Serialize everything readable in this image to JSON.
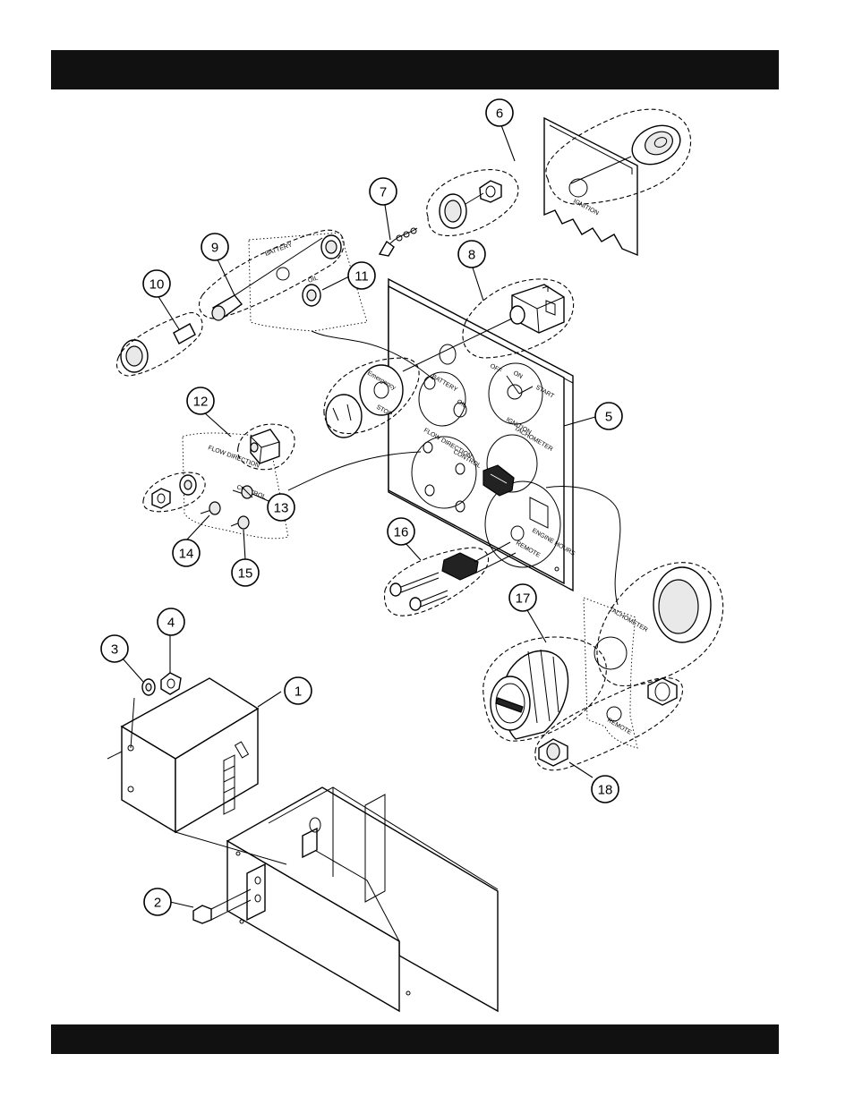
{
  "header_bar": {
    "text": ""
  },
  "footer_bar": {
    "text": ""
  },
  "callouts": [
    {
      "id": "c1",
      "label": "1"
    },
    {
      "id": "c2",
      "label": "2"
    },
    {
      "id": "c3",
      "label": "3"
    },
    {
      "id": "c4",
      "label": "4"
    },
    {
      "id": "c5",
      "label": "5"
    },
    {
      "id": "c6",
      "label": "6"
    },
    {
      "id": "c7",
      "label": "7"
    },
    {
      "id": "c8",
      "label": "8"
    },
    {
      "id": "c9",
      "label": "9"
    },
    {
      "id": "c10",
      "label": "10"
    },
    {
      "id": "c11",
      "label": "11"
    },
    {
      "id": "c12",
      "label": "12"
    },
    {
      "id": "c13",
      "label": "13"
    },
    {
      "id": "c14",
      "label": "14"
    },
    {
      "id": "c15",
      "label": "15"
    },
    {
      "id": "c16",
      "label": "16"
    },
    {
      "id": "c17",
      "label": "17"
    },
    {
      "id": "c18",
      "label": "18"
    }
  ],
  "panel_labels": {
    "ignition": "IGNITION",
    "battery": "BATTERY",
    "oil": "OIL",
    "off": "OFF",
    "on": "ON",
    "start": "START",
    "emergency": "Emergency",
    "stop": "STOP",
    "tachometer": "TACHOMETER",
    "flow_direction": "FLOW DIRECTION",
    "control": "CONTROL",
    "remote": "REMOTE",
    "engine_hours": "ENGINE HOURS",
    "flow_direction_small": "FLOW DIRECTION",
    "control_small": "CONTROL"
  }
}
